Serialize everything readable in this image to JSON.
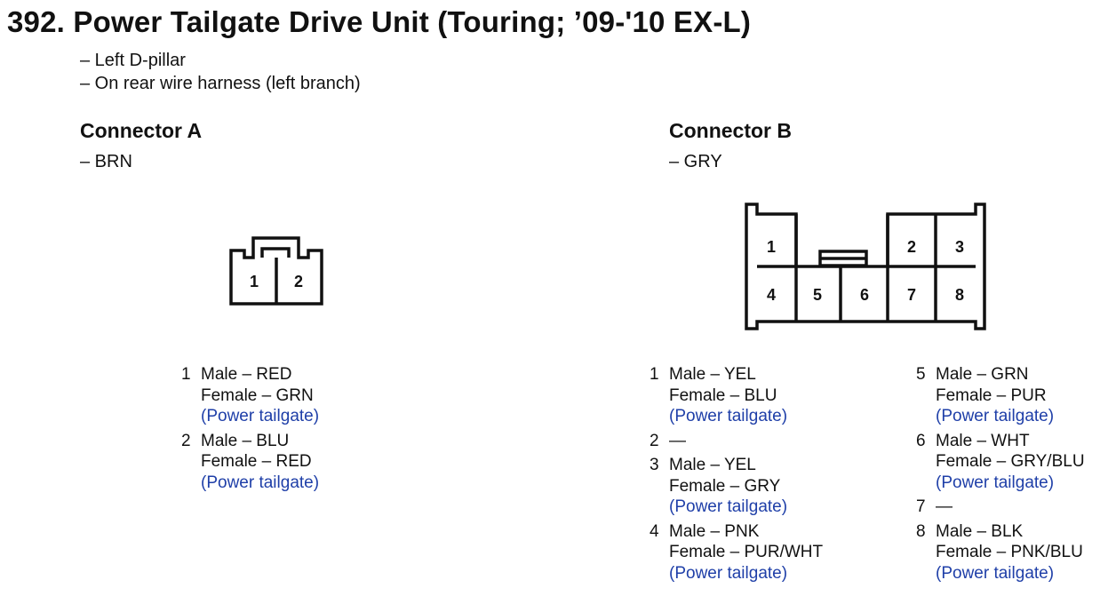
{
  "page": {
    "title": "392. Power Tailgate Drive Unit (Touring; ’09-'10 EX-L)",
    "notes": [
      "– Left D-pillar",
      "– On rear wire harness (left branch)"
    ]
  },
  "colors": {
    "text": "#111111",
    "circuit": "#1f3fa8"
  },
  "connector_a": {
    "title": "Connector A",
    "color": "– BRN",
    "cavity_labels": [
      "1",
      "2"
    ],
    "pins": [
      {
        "num": "1",
        "male": "Male – RED",
        "female": "Female – GRN",
        "circuit": "(Power tailgate)"
      },
      {
        "num": "2",
        "male": "Male – BLU",
        "female": "Female – RED",
        "circuit": "(Power tailgate)"
      }
    ]
  },
  "connector_b": {
    "title": "Connector B",
    "color": "– GRY",
    "cavity_labels": [
      "1",
      "2",
      "3",
      "4",
      "5",
      "6",
      "7",
      "8"
    ],
    "pins_left": [
      {
        "num": "1",
        "male": "Male – YEL",
        "female": "Female – BLU",
        "circuit": "(Power tailgate)"
      },
      {
        "num": "2",
        "male": "—"
      },
      {
        "num": "3",
        "male": "Male – YEL",
        "female": "Female – GRY",
        "circuit": "(Power tailgate)"
      },
      {
        "num": "4",
        "male": "Male – PNK",
        "female": "Female – PUR/WHT",
        "circuit": "(Power tailgate)"
      }
    ],
    "pins_right": [
      {
        "num": "5",
        "male": "Male – GRN",
        "female": "Female – PUR",
        "circuit": "(Power tailgate)"
      },
      {
        "num": "6",
        "male": "Male – WHT",
        "female": "Female – GRY/BLU",
        "circuit": "(Power tailgate)"
      },
      {
        "num": "7",
        "male": "—"
      },
      {
        "num": "8",
        "male": "Male – BLK",
        "female": "Female – PNK/BLU",
        "circuit": "(Power tailgate)"
      }
    ]
  }
}
